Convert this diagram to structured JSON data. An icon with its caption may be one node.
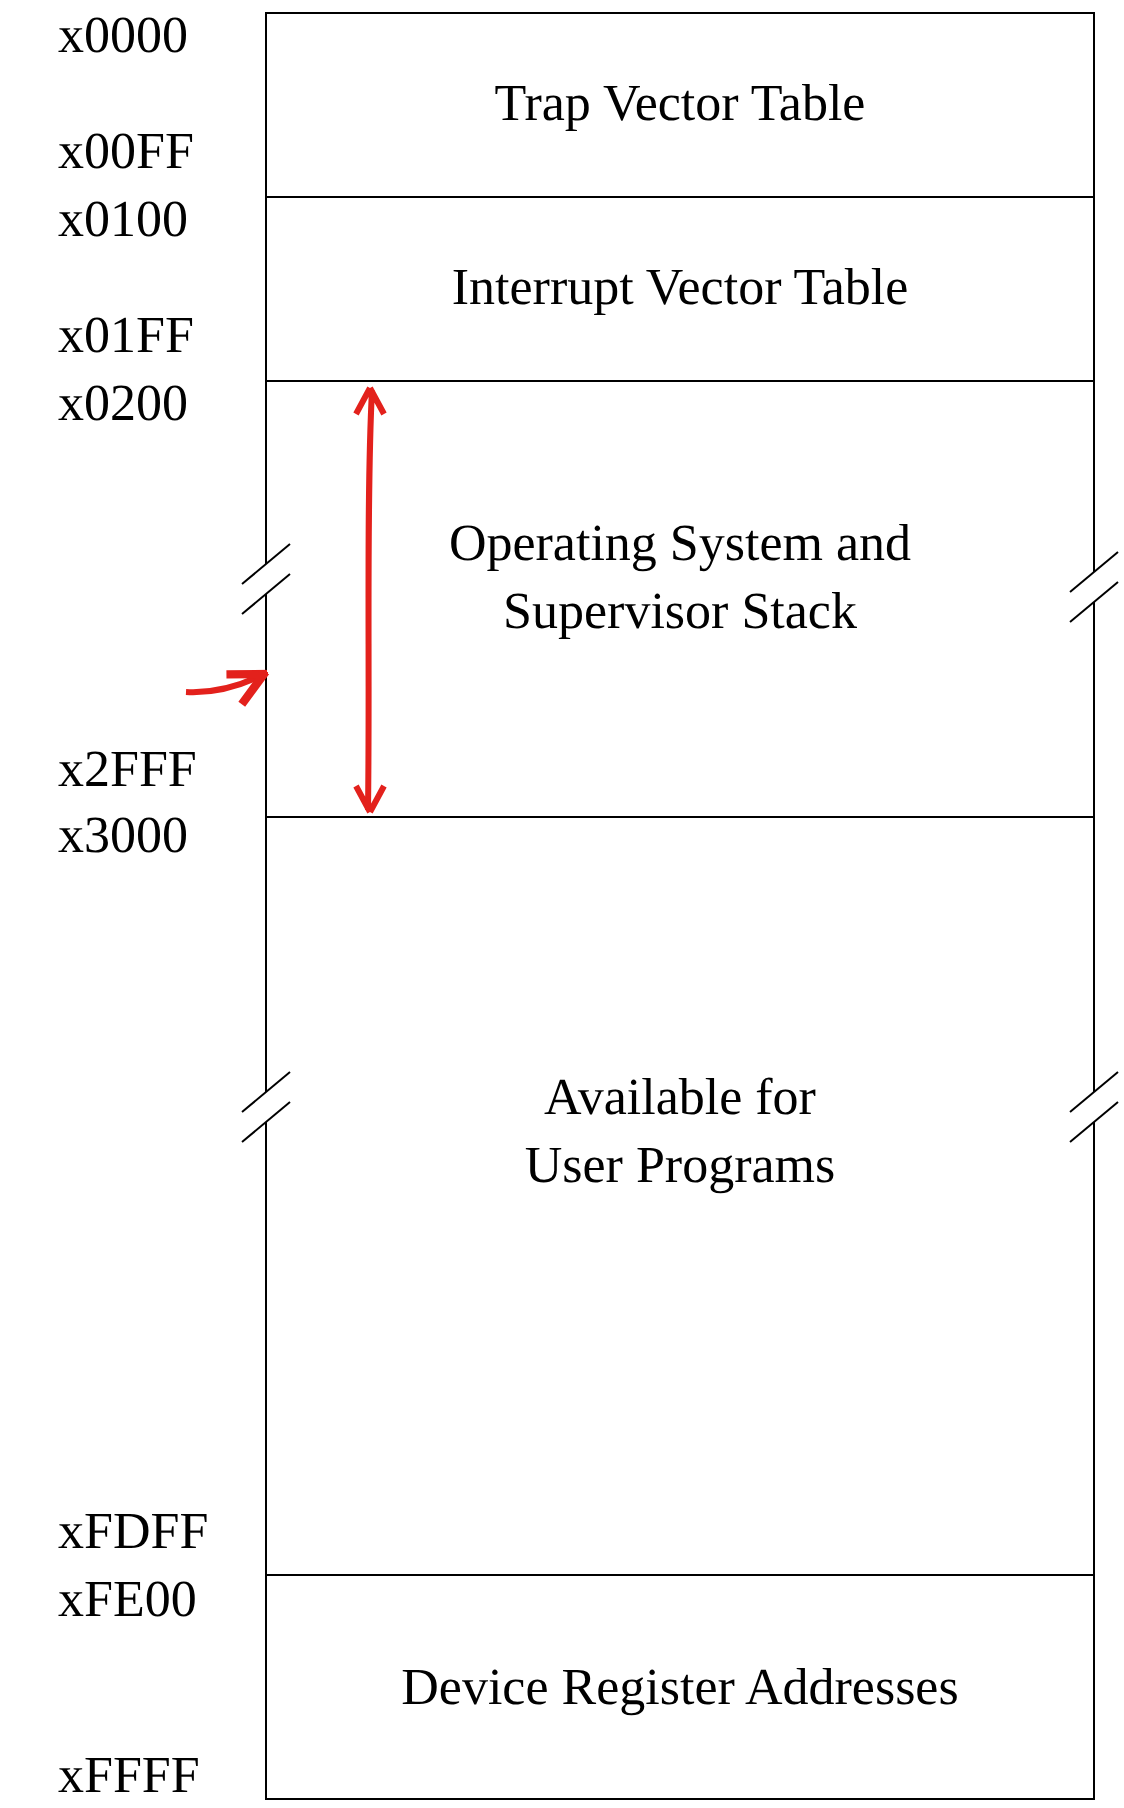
{
  "diagram": {
    "nodes": [
      {
        "text": [
          "Trap Vector Table"
        ]
      },
      {
        "text": [
          "Interrupt Vector Table"
        ]
      },
      {
        "text": [
          "Operating System and Supervisor Stack"
        ]
      },
      {
        "text": [
          "Available for User Programs"
        ]
      },
      {
        "text": [
          "Device Register Addresses"
        ]
      },
      {
        "text": [],
        "shape": "arrow",
        "in": 2
      }
    ],
    "edges": [
      {
        "from": null,
        "to": 2,
        "arrow": "to"
      }
    ],
    "labels": [
      "x0000",
      "x00FF",
      "x0100",
      "x01FF",
      "x0200",
      "x2FFF",
      "x3000",
      "xFDFF",
      "xFE00",
      "xFFFF"
    ]
  }
}
